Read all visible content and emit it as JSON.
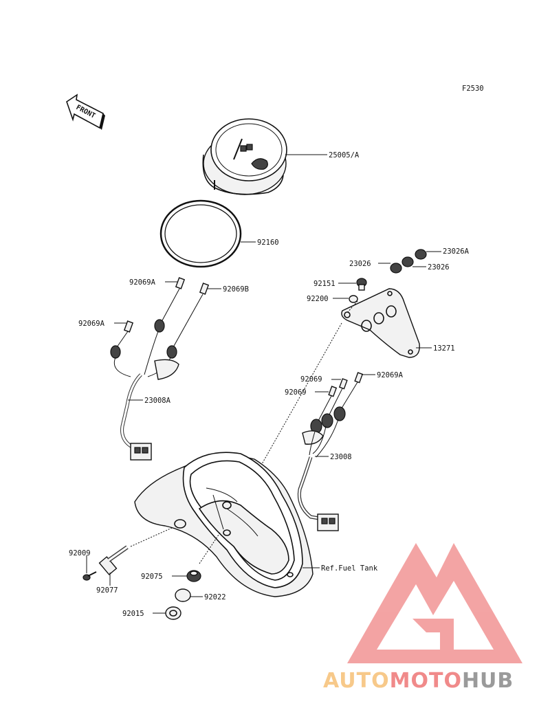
{
  "figure_code": "F2530",
  "front_arrow_label": "FRONT",
  "parts": {
    "p25005A": "25005/A",
    "p92160": "92160",
    "p92069A_1": "92069A",
    "p92069B": "92069B",
    "p92069A_2": "92069A",
    "p23008A": "23008A",
    "p23026A": "23026A",
    "p23026_1": "23026",
    "p23026_2": "23026",
    "p92151": "92151",
    "p92200": "92200",
    "p13271": "13271",
    "p92069_1": "92069",
    "p92069A_3": "92069A",
    "p92069_2": "92069",
    "p23008": "23008",
    "ref_fuel_tank": "Ref.Fuel Tank",
    "p92009": "92009",
    "p92077": "92077",
    "p92075": "92075",
    "p92022": "92022",
    "p92015": "92015"
  },
  "watermark": {
    "part1": "AUTO",
    "part2": "MOTO",
    "part3": "HUB",
    "color1": "#f7c98a",
    "color2": "#f08a8a",
    "color3": "#9a9a9a",
    "logo_color": "#f29a9a"
  }
}
